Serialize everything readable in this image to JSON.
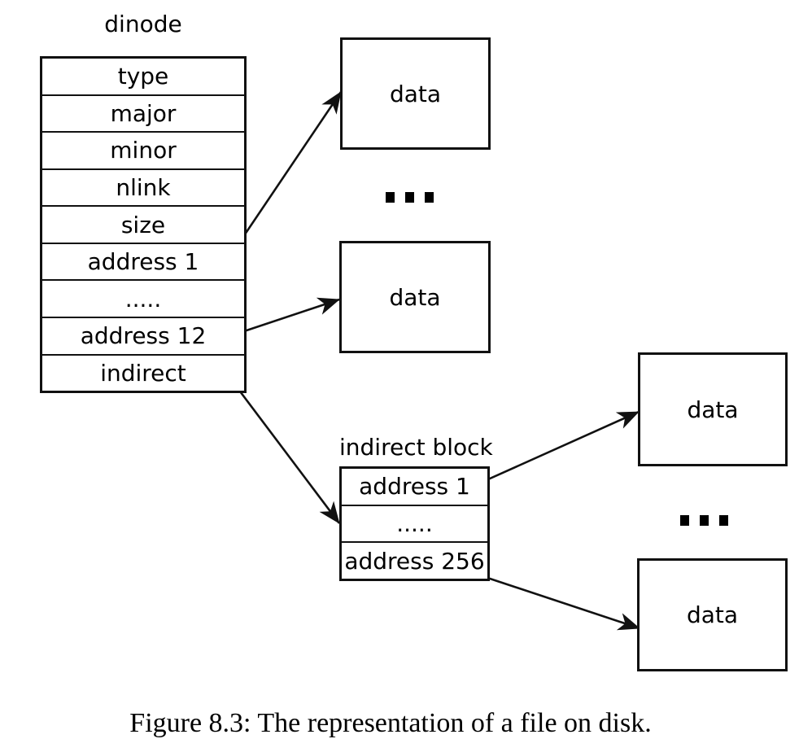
{
  "diagram": {
    "dinode": {
      "title": "dinode",
      "fields": [
        "type",
        "major",
        "minor",
        "nlink",
        "size",
        "address 1",
        ".....",
        "address 12",
        "indirect"
      ]
    },
    "indirect_block": {
      "title": "indirect block",
      "fields": [
        "address 1",
        ".....",
        "address 256"
      ]
    },
    "data_boxes": [
      {
        "label": "data"
      },
      {
        "label": "data"
      },
      {
        "label": "data"
      },
      {
        "label": "data"
      }
    ],
    "ellipses": [
      "...",
      "..."
    ],
    "caption": "Figure 8.3: The representation of a file on disk.",
    "colors": {
      "line": "#111111",
      "background": "#ffffff",
      "text": "#000000"
    }
  }
}
